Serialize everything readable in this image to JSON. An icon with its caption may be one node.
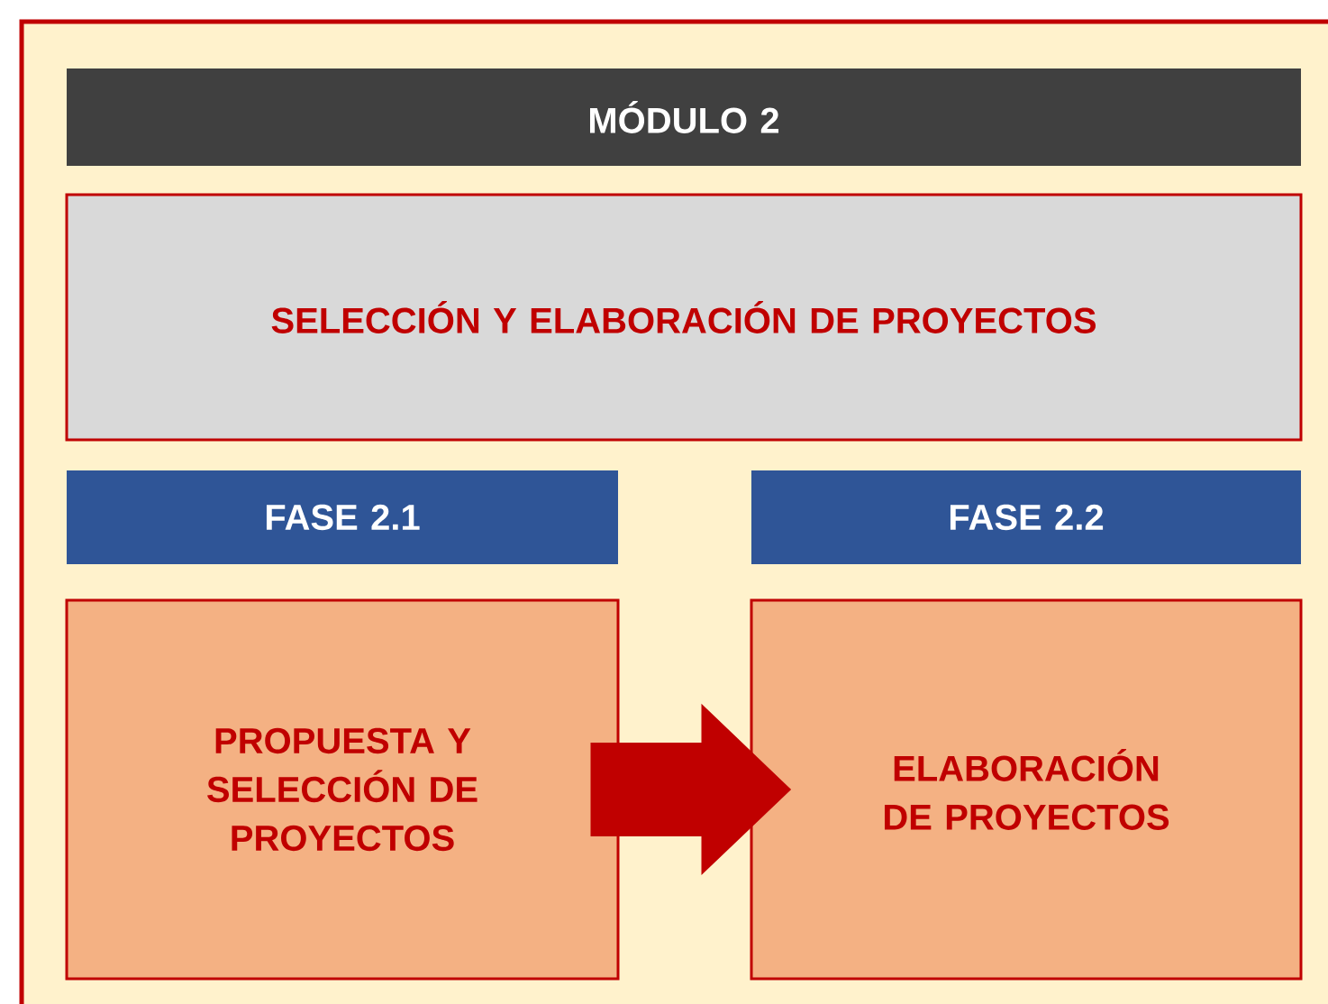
{
  "diagram": {
    "nodes": [
      {
        "text": [],
        "shape": "box"
      },
      {
        "text": [
          "MÓDULO 2"
        ],
        "in": 0
      },
      {
        "text": [
          "SELECCIÓN Y ELABORACIÓN DE PROYECTOS"
        ],
        "in": 0
      },
      {
        "text": [
          "FASE 2.1"
        ],
        "in": 0
      },
      {
        "text": [
          "FASE 2.2"
        ],
        "in": 0
      },
      {
        "text": [
          "PROPUESTA Y SELECCIÓN DE PROYECTOS"
        ],
        "in": 0
      },
      {
        "text": [
          "ELABORACIÓN DE PROYECTOS"
        ],
        "in": 0
      }
    ],
    "edges": [
      {
        "from": 5,
        "to": 6,
        "arrow": "to"
      }
    ]
  }
}
